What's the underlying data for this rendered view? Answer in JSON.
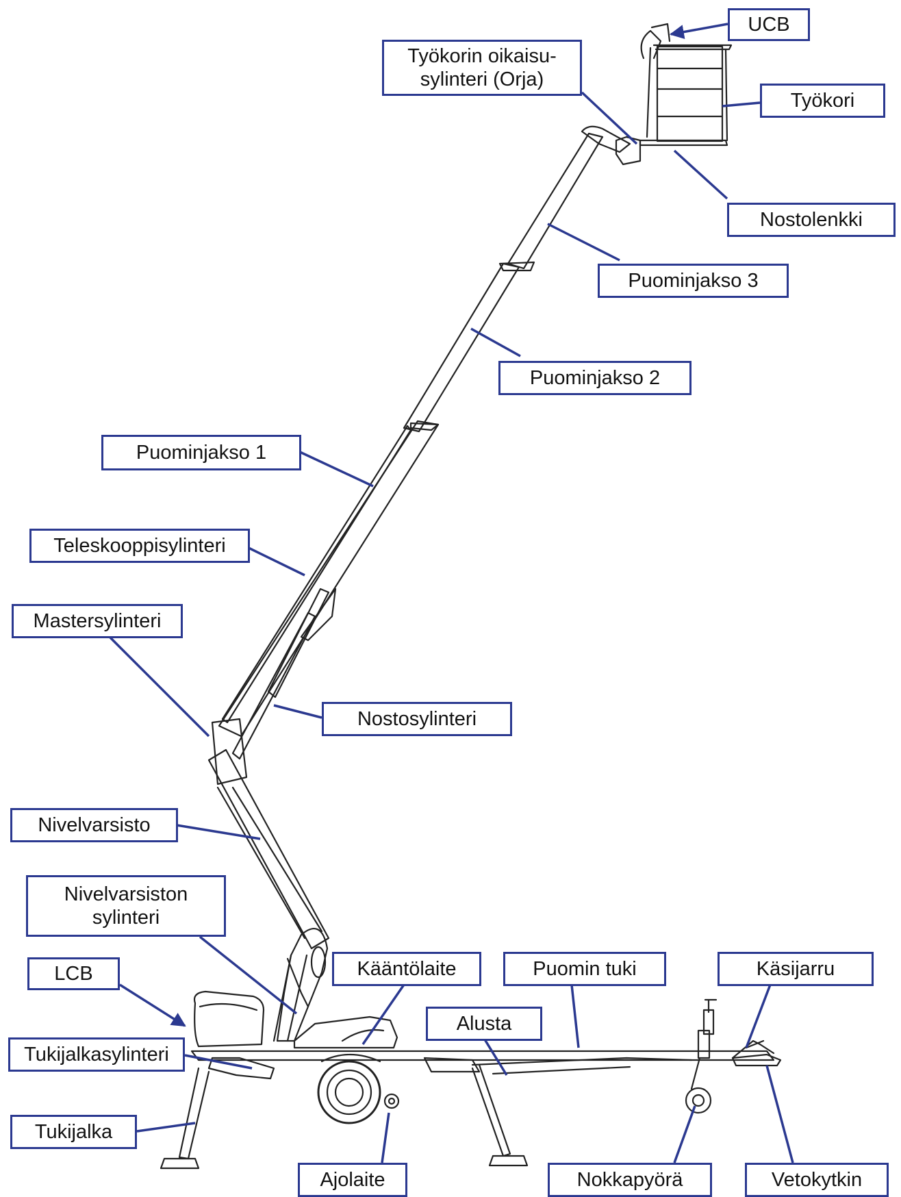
{
  "labels": {
    "ucb": "UCB",
    "tyokorin_oikaisusylinteri": "Työkorin oikaisu-\nsylinteri (Orja)",
    "tyokori": "Työkori",
    "nostolenkki": "Nostolenkki",
    "puominjakso3": "Puominjakso 3",
    "puominjakso2": "Puominjakso 2",
    "puominjakso1": "Puominjakso 1",
    "teleskooppisylinteri": "Teleskooppisylinteri",
    "mastersylinteri": "Mastersylinteri",
    "nostosylinteri": "Nostosylinteri",
    "nivelvarsisto": "Nivelvarsisto",
    "nivelvarsiston_sylinteri": "Nivelvarsiston\nsylinteri",
    "lcb": "LCB",
    "kaantolaite": "Kääntölaite",
    "puomin_tuki": "Puomin tuki",
    "kasijarru": "Käsijarru",
    "alusta": "Alusta",
    "tukijalkasylinteri": "Tukijalkasylinteri",
    "tukijalka": "Tukijalka",
    "ajolaite": "Ajolaite",
    "nokkapyora": "Nokkapyörä",
    "vetokytkin": "Vetokytkin"
  },
  "colors": {
    "label_border": "#2b3990",
    "leader_line": "#2b3990",
    "drawing": "#222222"
  }
}
